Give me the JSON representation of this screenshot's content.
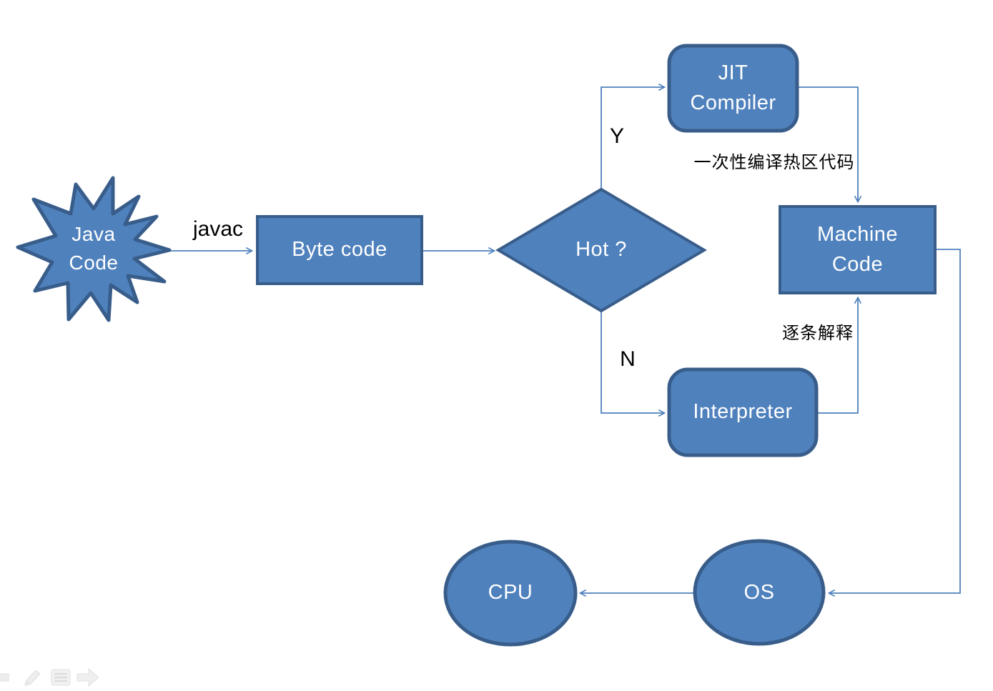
{
  "nodes": {
    "java_code": {
      "label": "Java\nCode",
      "shape": "explosion-star"
    },
    "byte_code": {
      "label": "Byte code",
      "shape": "rectangle"
    },
    "hot": {
      "label": "Hot ?",
      "shape": "diamond"
    },
    "jit_compiler": {
      "label": "JIT\nCompiler",
      "shape": "rounded-rectangle"
    },
    "machine_code": {
      "label": "Machine\nCode",
      "shape": "rectangle"
    },
    "interpreter": {
      "label": "Interpreter",
      "shape": "rounded-rectangle"
    },
    "os": {
      "label": "OS",
      "shape": "ellipse"
    },
    "cpu": {
      "label": "CPU",
      "shape": "ellipse"
    }
  },
  "edge_labels": {
    "javac": "javac",
    "hot_yes": "Y",
    "hot_no": "N",
    "jit_note": "一次性编译热区代码",
    "interpret_note": "逐条解释"
  },
  "colors": {
    "shape_fill": "#4f81bd",
    "shape_border": "#385d8a",
    "connector": "#4f81bd",
    "shape_text": "#ffffff",
    "annotation_text": "#000000",
    "background": "#ffffff"
  },
  "presenter_toolbar": {
    "icons": [
      "previous-slide-arrow",
      "pen-tool",
      "slide-menu",
      "next-slide-arrow"
    ]
  }
}
